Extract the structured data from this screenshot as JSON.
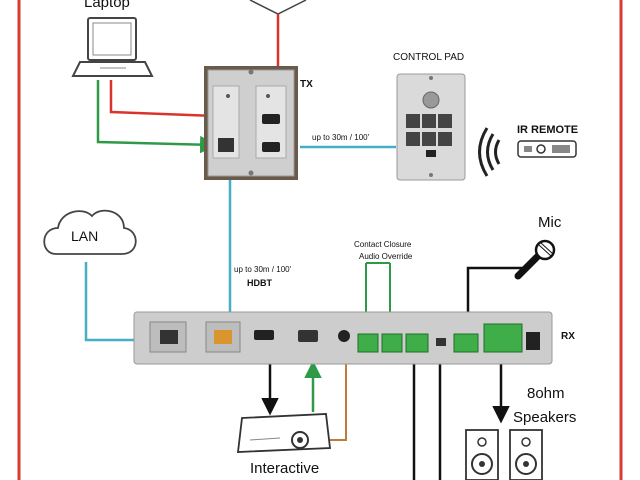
{
  "labels": {
    "laptop": "Laptop",
    "tx": "TX",
    "control_pad": "CONTROL PAD",
    "ir_remote": "IR REMOTE",
    "distance_tx": "up to 30m / 100'",
    "lan": "LAN",
    "mic": "Mic",
    "contact_closure_1": "Contact Closure",
    "contact_closure_2": "Audio Override",
    "distance_hdbt": "up to 30m / 100'",
    "hdbt_logo": "HDBT",
    "rx": "RX",
    "speakers_1": "8ohm",
    "speakers_2": "Speakers",
    "projector": "Interactive"
  },
  "colors": {
    "border": "#d93a32",
    "hdmi_line": "#d9342c",
    "usb_line": "#2e9a48",
    "network_line": "#46aec6",
    "audio_line": "#c07a3a",
    "black_line": "#111111",
    "plate": "#c9c9c9",
    "terminal_green": "#3fae49"
  }
}
